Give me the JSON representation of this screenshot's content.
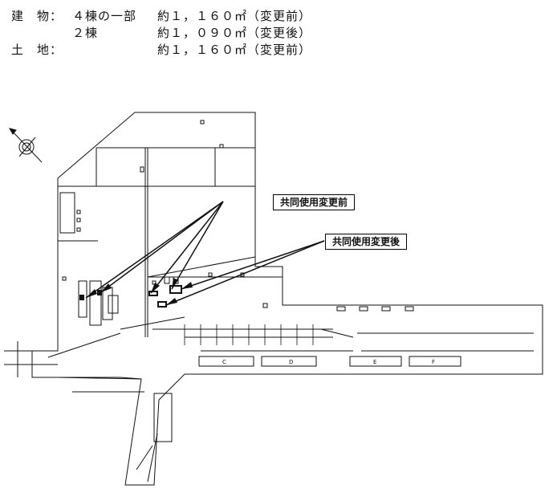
{
  "summary": {
    "building_label": "建　物：",
    "building_row1_desc": "４棟の一部",
    "building_row1_area": "約１，１６０㎡（変更前）",
    "building_row2_desc": "２棟",
    "building_row2_area": "約１，０９０㎡（変更後）",
    "land_label": "土　地：",
    "land_area": "約１，１６０㎡（変更前）"
  },
  "callouts": {
    "before": "共同使用変更前",
    "after": "共同使用変更後"
  },
  "map_labels": {
    "c": "C",
    "d": "D",
    "e": "E",
    "f": "F"
  },
  "colors": {
    "ink": "#111111",
    "background": "#ffffff"
  },
  "icons": {
    "compass": "north-arrow-icon"
  }
}
